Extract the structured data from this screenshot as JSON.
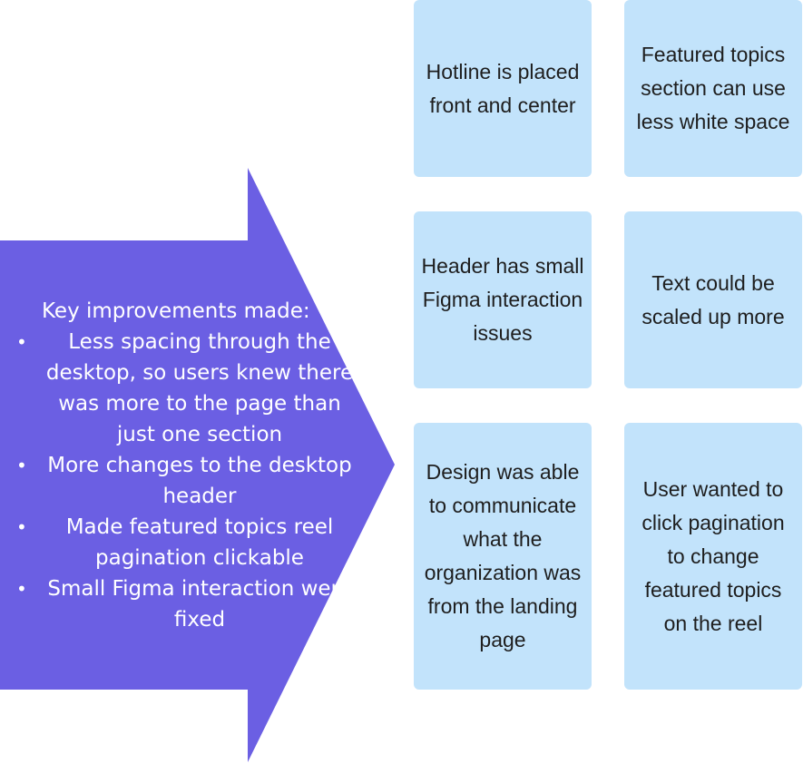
{
  "colors": {
    "arrow": "#6b5fe3",
    "card": "#c2e3fb",
    "text_dark": "#1e1e1e",
    "text_light": "#ffffff"
  },
  "arrow_panel": {
    "heading": "Key improvements made:",
    "items": [
      "Less spacing through the desktop, so users knew there was more to the page than just one section",
      "More changes to the desktop header",
      "Made featured topics reel pagination clickable",
      "Small Figma interaction were fixed"
    ]
  },
  "cards": [
    "Hotline is placed front and center",
    "Featured topics section can use less white space",
    "Header has small Figma interaction issues",
    "Text could be scaled up more",
    "Design was able to communicate what the organization was from the landing page",
    "User wanted to click pagination to change featured topics on the reel"
  ]
}
